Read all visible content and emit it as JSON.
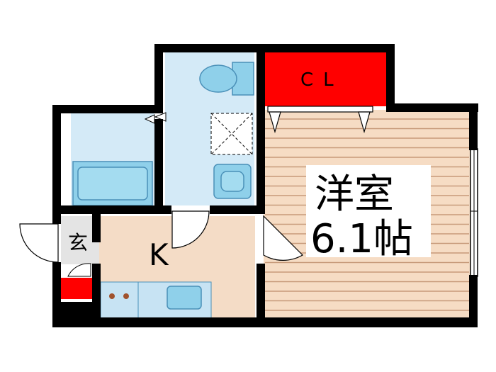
{
  "rooms": {
    "western_room_name": "洋室",
    "western_room_size": "6.1帖",
    "closet": "CL",
    "kitchen": "K",
    "entrance": "玄"
  },
  "colors": {
    "wall": "#000000",
    "wood_floor": "#f6dcc4",
    "wood_line": "#c79a7a",
    "wet_area": "#d4eaf7",
    "fixture": "#8fd0ea",
    "fixture_outline": "#4a90b8",
    "closet": "#ff0000",
    "kitchen_floor": "#f4dcc6",
    "counter": "#c7e3f3",
    "stove_burner": "#a0522d",
    "fridge": "#ff0000",
    "entrance_floor": "#e4e4e4"
  }
}
